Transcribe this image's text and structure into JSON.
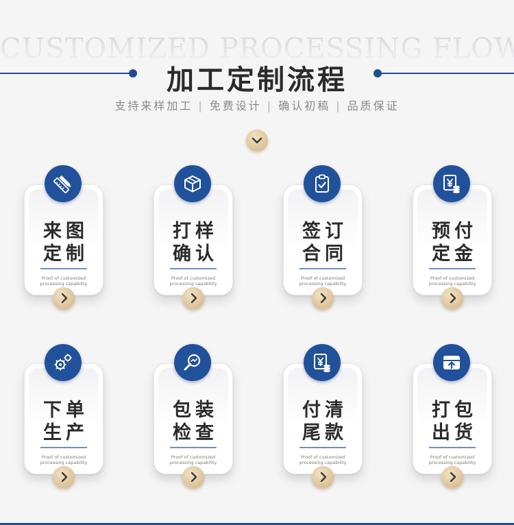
{
  "header": {
    "bg_title": "CUSTOMIZED PROCESSING FLOW",
    "title": "加工定制流程",
    "subtitle_items": [
      "支持来样加工",
      "免费设计",
      "确认初稿",
      "品质保证"
    ],
    "subtitle_separator": "|"
  },
  "steps": [
    {
      "line1": "来图",
      "line2": "定制",
      "icon": "pencil-ruler-icon",
      "desc1": "Proof of customized",
      "desc2": "processing capability"
    },
    {
      "line1": "打样",
      "line2": "确认",
      "icon": "box-icon",
      "desc1": "Proof of customized",
      "desc2": "processing capability"
    },
    {
      "line1": "签订",
      "line2": "合同",
      "icon": "clipboard-check-icon",
      "desc1": "Proof of customized",
      "desc2": "processing capability"
    },
    {
      "line1": "预付",
      "line2": "定金",
      "icon": "yen-coins-icon",
      "desc1": "Proof of customized",
      "desc2": "processing capability"
    },
    {
      "line1": "下单",
      "line2": "生产",
      "icon": "gears-icon",
      "desc1": "Proof of customized",
      "desc2": "processing capability"
    },
    {
      "line1": "包装",
      "line2": "检查",
      "icon": "magnifier-icon",
      "desc1": "Proof of customized",
      "desc2": "processing capability"
    },
    {
      "line1": "付清",
      "line2": "尾款",
      "icon": "yen-coins-icon",
      "desc1": "Proof of customized",
      "desc2": "processing capability"
    },
    {
      "line1": "打包",
      "line2": "出货",
      "icon": "shipping-box-icon",
      "desc1": "Proof of customized",
      "desc2": "processing capability"
    }
  ],
  "colors": {
    "accent_blue": "#21519a",
    "gold": "#dcc095",
    "text": "#2b2b2b"
  }
}
